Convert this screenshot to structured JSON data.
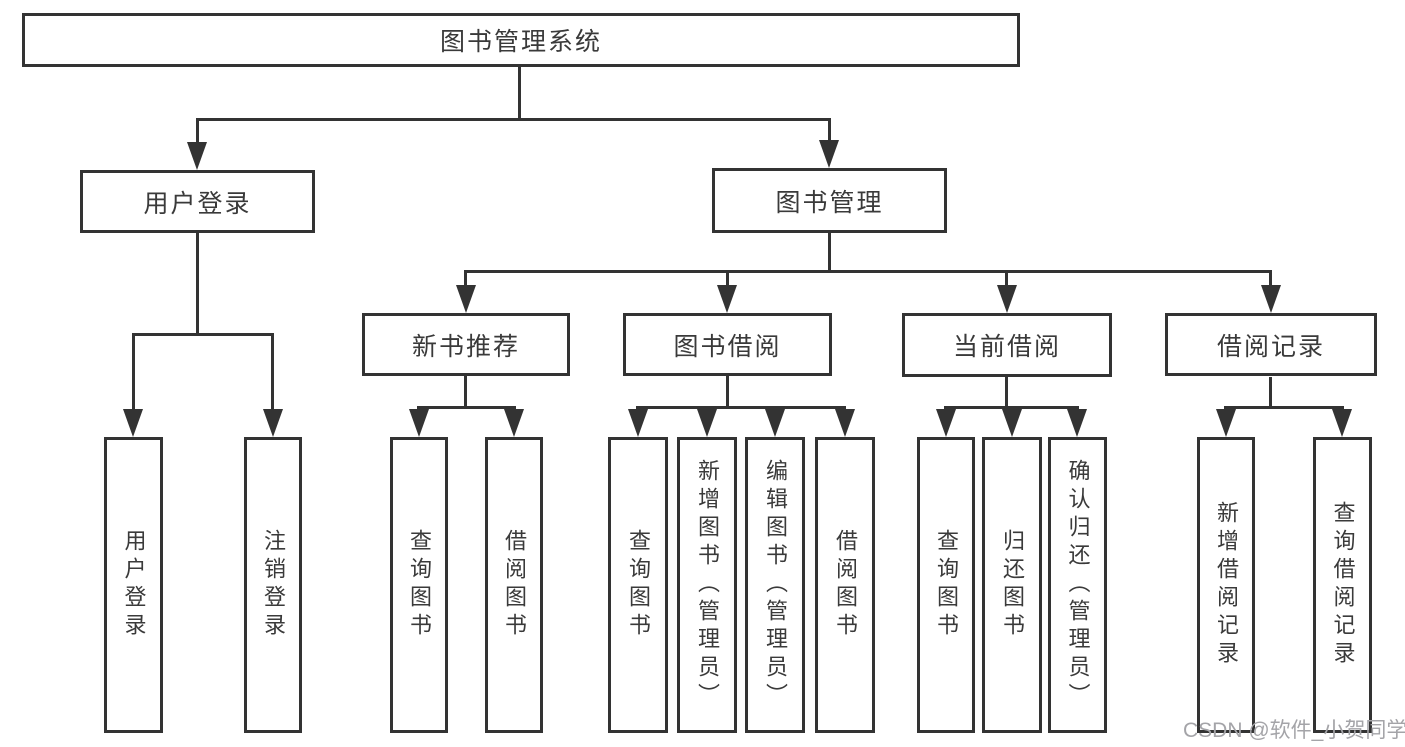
{
  "diagram": {
    "root": "图书管理系统",
    "user_login": {
      "label": "用户登录",
      "children": [
        "用户登录",
        "注销登录"
      ]
    },
    "book_management": {
      "label": "图书管理",
      "sections": [
        {
          "label": "新书推荐",
          "children": [
            "查询图书",
            "借阅图书"
          ]
        },
        {
          "label": "图书借阅",
          "children": [
            "查询图书",
            "新增图书（管理员）",
            "编辑图书（管理员）",
            "借阅图书"
          ]
        },
        {
          "label": "当前借阅",
          "children": [
            "查询图书",
            "归还图书",
            "确认归还（管理员）"
          ]
        },
        {
          "label": "借阅记录",
          "children": [
            "新增借阅记录",
            "查询借阅记录"
          ]
        }
      ]
    }
  },
  "watermark": "CSDN @软件_小贺同学",
  "colors": {
    "line": "#333333",
    "text": "#3a3a3a",
    "watermark": "#a4a4a8",
    "background": "#ffffff"
  }
}
